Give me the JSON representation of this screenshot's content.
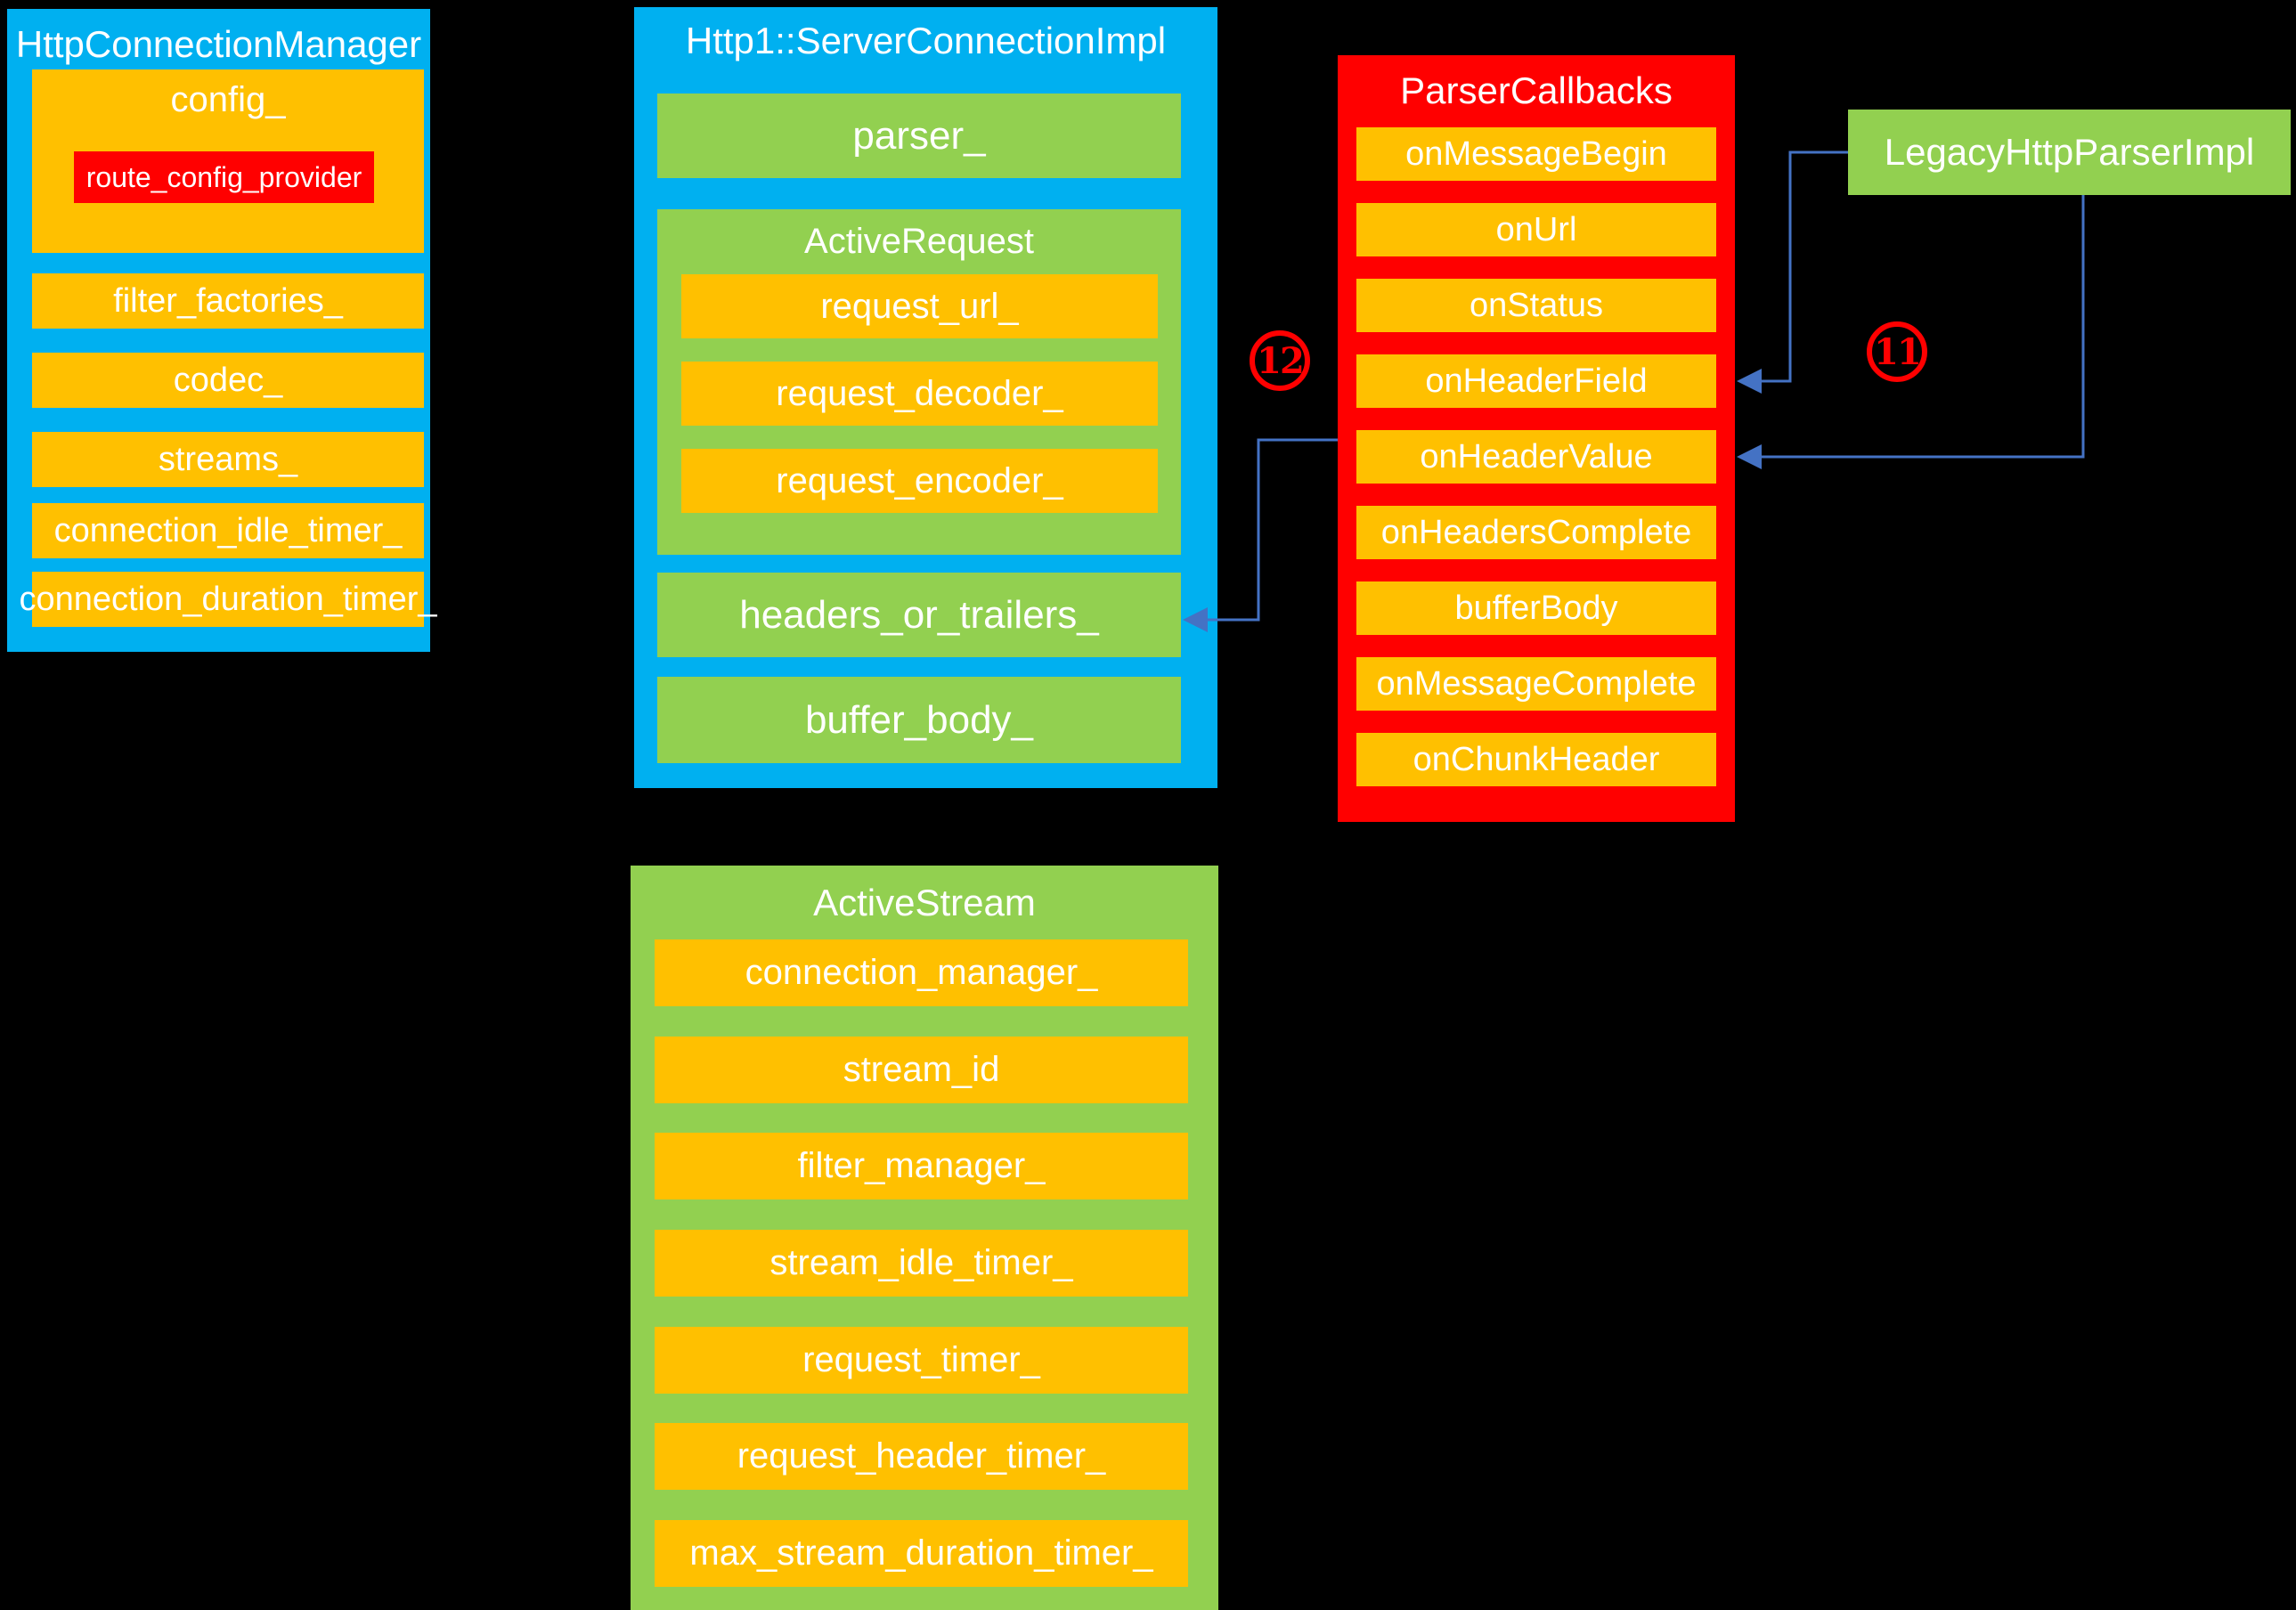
{
  "colors": {
    "background": "#000000",
    "blue": "#00B0F0",
    "orange": "#FFC000",
    "green": "#92D050",
    "red": "#FF0000",
    "connector": "#4472C4",
    "text": "#FFFFFF"
  },
  "hcm": {
    "title": "HttpConnectionManager",
    "config": {
      "label": "config_",
      "child": "route_config_provider"
    },
    "rows": [
      "filter_factories_",
      "codec_",
      "streams_",
      "connection_idle_timer_",
      "connection_duration_timer_"
    ]
  },
  "server_conn": {
    "title": "Http1::ServerConnectionImpl",
    "parser": "parser_",
    "active_request": {
      "title": "ActiveRequest",
      "rows": [
        "request_url_",
        "request_decoder_",
        "request_encoder_"
      ]
    },
    "headers_or_trailers": "headers_or_trailers_",
    "buffer_body": "buffer_body_"
  },
  "parser_callbacks": {
    "title": "ParserCallbacks",
    "rows": [
      "onMessageBegin",
      "onUrl",
      "onStatus",
      "onHeaderField",
      "onHeaderValue",
      "onHeadersComplete",
      "bufferBody",
      "onMessageComplete",
      "onChunkHeader"
    ]
  },
  "legacy_parser": {
    "title": "LegacyHttpParserImpl"
  },
  "active_stream": {
    "title": "ActiveStream",
    "rows": [
      "connection_manager_",
      "stream_id",
      "filter_manager_",
      "stream_idle_timer_",
      "request_timer_",
      "request_header_timer_",
      "max_stream_duration_timer_"
    ]
  },
  "annotations": {
    "step_11": "11",
    "step_12": "12"
  }
}
